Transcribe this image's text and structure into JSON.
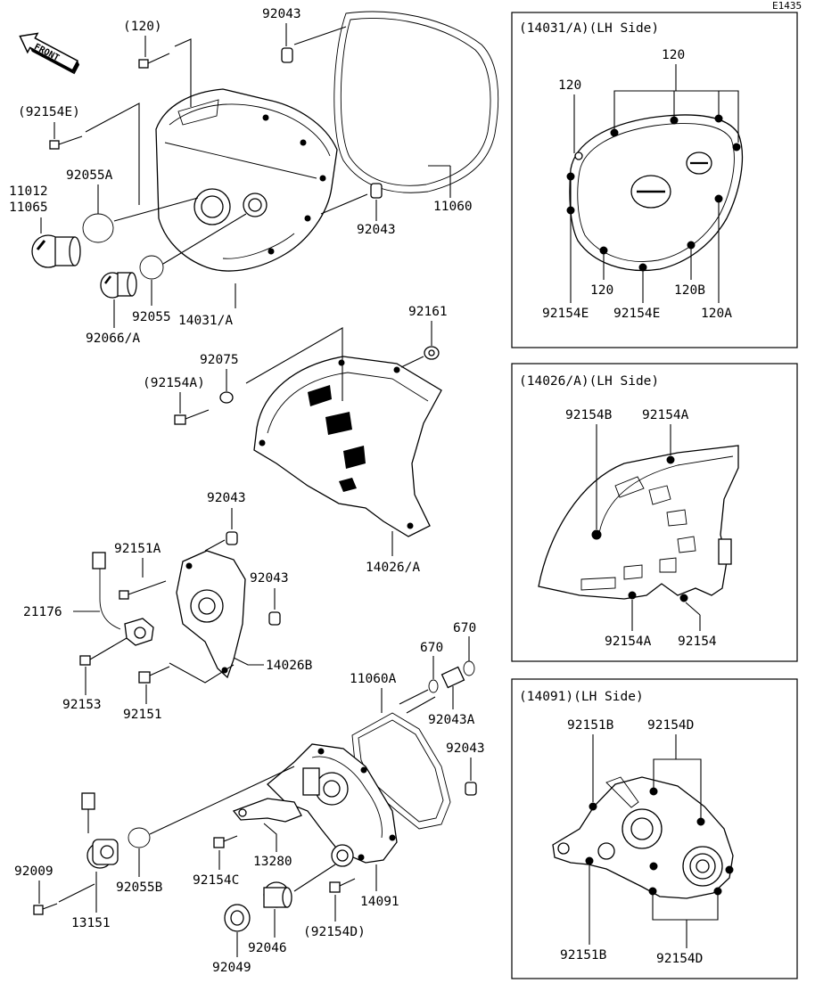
{
  "diagram_code": "E1435",
  "front_arrow": "FRONT",
  "main_labels": {
    "l_120": "(120)",
    "l_92043_top": "92043",
    "l_92154E_left": "(92154E)",
    "l_92055A": "92055A",
    "l_11012": "11012",
    "l_11065": "11065",
    "l_11060": "11060",
    "l_92043_mid": "92043",
    "l_92055": "92055",
    "l_92066A": "92066/A",
    "l_14031A": "14031/A",
    "l_92161": "92161",
    "l_92075": "92075",
    "l_92154A_main": "(92154A)",
    "l_14026A": "14026/A",
    "l_92043_c": "92043",
    "l_92151A": "92151A",
    "l_92043_d": "92043",
    "l_21176": "21176",
    "l_14026B": "14026B",
    "l_92153": "92153",
    "l_92151": "92151",
    "l_670_a": "670",
    "l_670_b": "670",
    "l_11060A": "11060A",
    "l_92043A": "92043A",
    "l_92043_e": "92043",
    "l_92009": "92009",
    "l_13151": "13151",
    "l_92055B": "92055B",
    "l_92154C": "92154C",
    "l_13280": "13280",
    "l_14091": "14091",
    "l_92154D_main": "(92154D)",
    "l_92049": "92049",
    "l_92046": "92046"
  },
  "inset_1": {
    "title": "(14031/A)(LH Side)",
    "labels": {
      "a": "120",
      "b": "120",
      "c": "120",
      "d": "120B",
      "e": "92154E",
      "f": "92154E",
      "g": "120A"
    }
  },
  "inset_2": {
    "title": "(14026/A)(LH Side)",
    "labels": {
      "a": "92154B",
      "b": "92154A",
      "c": "92154A",
      "d": "92154"
    }
  },
  "inset_3": {
    "title": "(14091)(LH Side)",
    "labels": {
      "a": "92151B",
      "b": "92154D",
      "c": "92151B",
      "d": "92154D"
    }
  }
}
